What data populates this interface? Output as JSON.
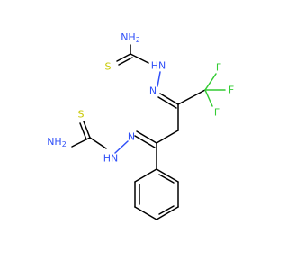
{
  "atoms": {
    "nh2_top": "NH",
    "nh2_top_sub": "2",
    "s_top": "S",
    "hn_top": "HN",
    "n_top": "N",
    "f1": "F",
    "f2": "F",
    "f3": "F",
    "nh2_left": "NH",
    "nh2_left_sub": "2",
    "s_left": "S",
    "n_left": "N",
    "hn_left": "HN"
  },
  "colors": {
    "nitrogen": "#3050F8",
    "sulfur": "#c8c800",
    "fluorine": "#33cc33",
    "carbon": "#000000"
  }
}
